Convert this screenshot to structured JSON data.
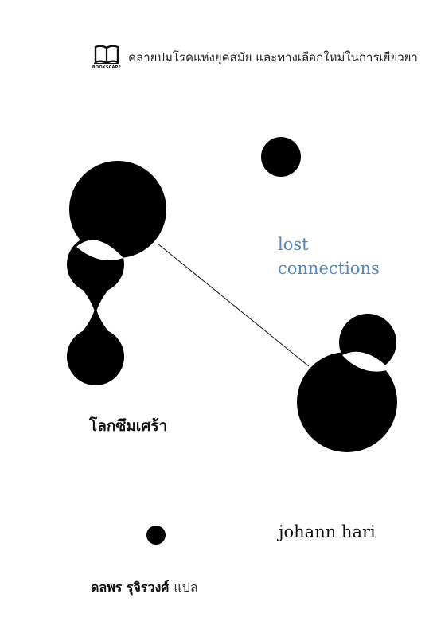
{
  "publisher": {
    "logo_text": "BOOKSCAPE",
    "logo_icon": "open-book-icon"
  },
  "tagline": "คลายปมโรคแห่งยุคสมัย และทางเลือกใหม่ในการเยียวยา",
  "title": {
    "line1": "lost",
    "line2": "connections"
  },
  "thai_title": "โลกซึมเศร้า",
  "author": "johann hari",
  "translator": {
    "name": "ดลพร รุจิรวงศ์",
    "role": "แปล"
  },
  "colors": {
    "background": "#ffffff",
    "ink": "#000000",
    "title_blue": "#4f86c0"
  }
}
